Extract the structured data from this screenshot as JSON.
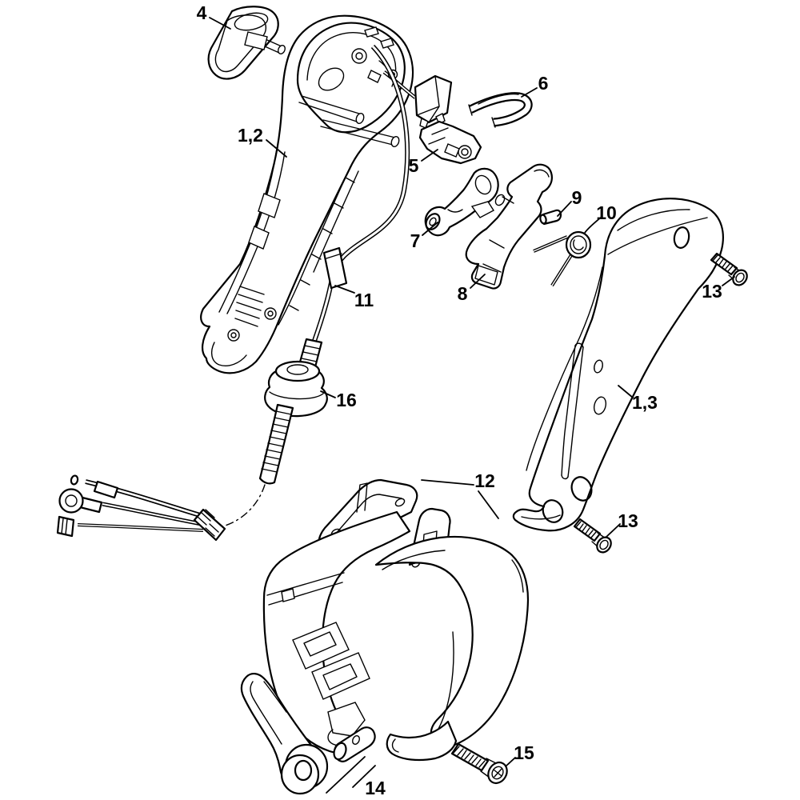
{
  "figure": {
    "background": "#ffffff",
    "line_color": "#000000"
  },
  "callouts": {
    "c4": {
      "text": "4"
    },
    "c1_2": {
      "text": "1,2"
    },
    "c5": {
      "text": "5"
    },
    "c6": {
      "text": "6"
    },
    "c7": {
      "text": "7"
    },
    "c8": {
      "text": "8"
    },
    "c9": {
      "text": "9"
    },
    "c10": {
      "text": "10"
    },
    "c11": {
      "text": "11"
    },
    "c12": {
      "text": "12"
    },
    "c13_upper": {
      "text": "13"
    },
    "c13_lower": {
      "text": "13"
    },
    "c1_3": {
      "text": "1,3"
    },
    "c14": {
      "text": "14"
    },
    "c15": {
      "text": "15"
    },
    "c16": {
      "text": "16"
    }
  }
}
